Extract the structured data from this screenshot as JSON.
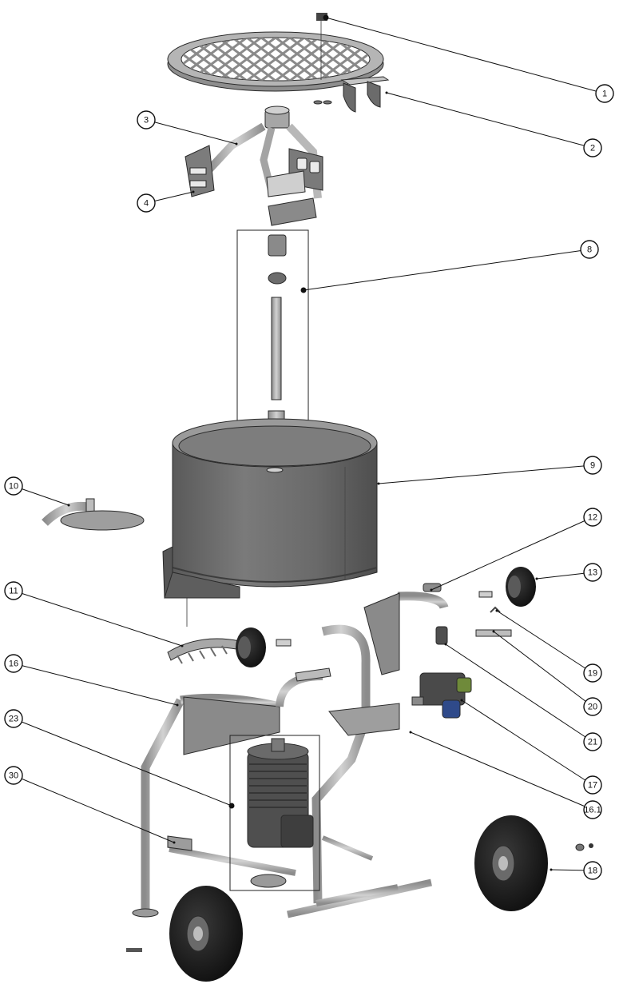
{
  "callouts": [
    {
      "label": "1"
    },
    {
      "label": "2"
    },
    {
      "label": "3"
    },
    {
      "label": "4"
    },
    {
      "label": "8"
    },
    {
      "label": "9"
    },
    {
      "label": "10"
    },
    {
      "label": "11"
    },
    {
      "label": "12"
    },
    {
      "label": "13"
    },
    {
      "label": "16"
    },
    {
      "label": "16.1"
    },
    {
      "label": "17"
    },
    {
      "label": "18"
    },
    {
      "label": "19"
    },
    {
      "label": "20"
    },
    {
      "label": "21"
    },
    {
      "label": "23"
    },
    {
      "label": "30"
    }
  ],
  "colors": {
    "metal_light": "#c9c9c9",
    "metal_mid": "#9a9a9a",
    "metal_dark": "#6e6e6e",
    "drum": "#6f6f6f",
    "tire": "#141414",
    "hub": "#8a8a8a",
    "switch_blue": "#2f4a8a",
    "switch_green": "#6f8a3a",
    "switch_body": "#4a4a4a"
  }
}
